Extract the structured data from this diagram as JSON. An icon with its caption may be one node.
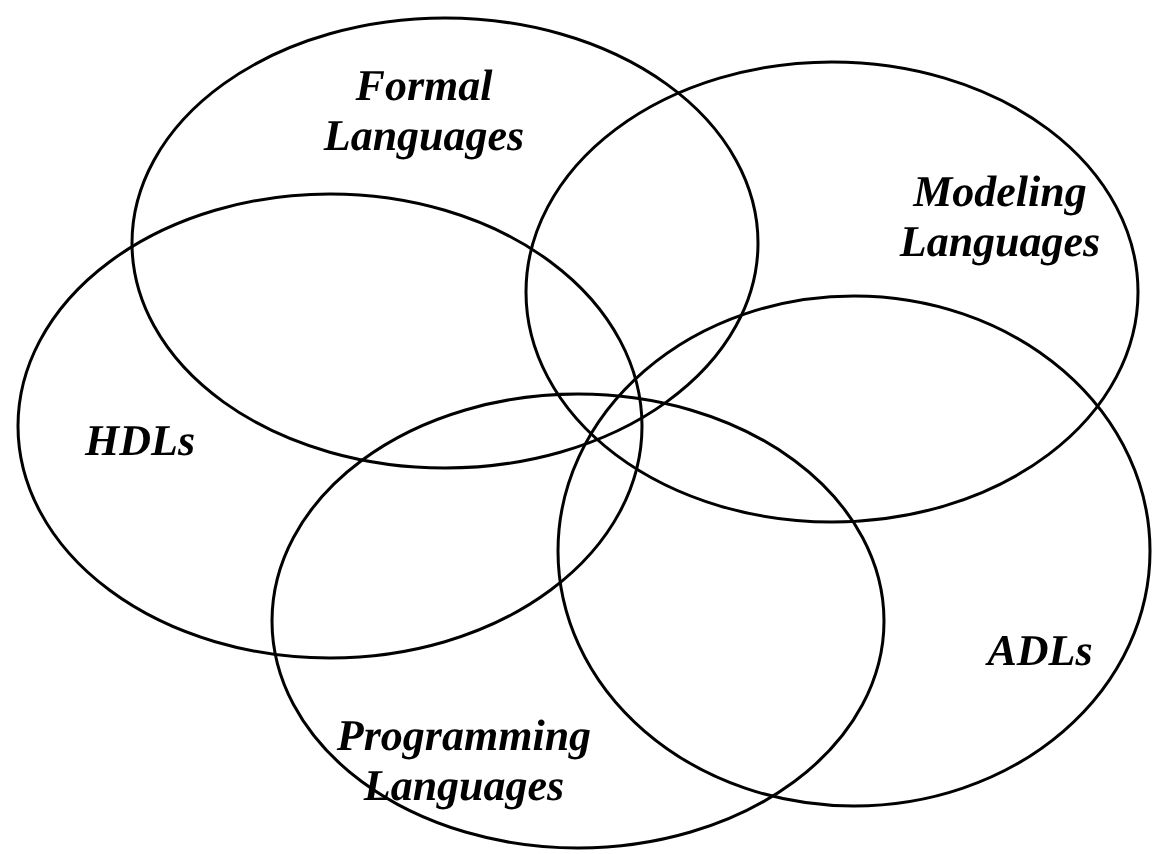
{
  "diagram": {
    "nodes": [
      {
        "text": [
          "Formal Languages"
        ]
      },
      {
        "text": [
          "Modeling Languages"
        ]
      },
      {
        "text": [
          "HDLs"
        ]
      },
      {
        "text": [
          "ADLs"
        ]
      },
      {
        "text": [
          "Programming Languages"
        ]
      }
    ]
  }
}
